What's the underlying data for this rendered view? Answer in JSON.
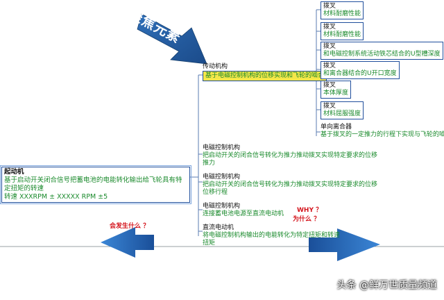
{
  "focus_label": "聚焦元素",
  "root": {
    "title": "起动机",
    "desc": "基于启动开关闭合信号把蓄电池的电能转化输出给飞轮具有特定扭矩的转速",
    "rpm": "转速 XXXRPM ± XXXXX RPM ±5"
  },
  "branches": [
    {
      "title": "传动机构",
      "desc": "基于电磁控制机构的位移实现和飞轮的啮合"
    },
    {
      "title": "电磁控制机构",
      "desc_1": "把启动开关的闭合信号转化为推力推动拨叉实现特定要求的位移",
      "desc_2": "推力"
    },
    {
      "title": "电磁控制机构",
      "desc_1": "把启动开关的闭合信号转化为推力推动拨叉实现特定要求的位移",
      "desc_2": "位移行程"
    },
    {
      "title": "电磁控制机构",
      "desc_1": "连接蓄电池电源至直流电动机"
    },
    {
      "title": "直流电动机",
      "desc_1": "将电磁控制机构输出的电能转化为特定扭矩和转速",
      "desc_2": "扭矩"
    }
  ],
  "sub_nodes": [
    {
      "title": "拨叉",
      "desc": "材料耐磨性能"
    },
    {
      "title": "拨叉",
      "desc": "材料耐磨性能"
    },
    {
      "title": "拨叉",
      "desc": "和电磁控制系统活动铁芯结合的U型槽深度"
    },
    {
      "title": "拨叉",
      "desc": "和离合器结合的U开口宽度"
    },
    {
      "title": "拨叉",
      "desc": "本体厚度"
    },
    {
      "title": "拨叉",
      "desc": "材料屈服强度"
    },
    {
      "title": "单向离合器",
      "desc": "基于拨叉的一定推力的行程下实现与飞轮的啮合"
    }
  ],
  "annotations": {
    "left_question": "会发生什么 ？",
    "why_en": "WHY ？",
    "why_cn": "为什么 ？"
  },
  "watermark": "头条 @鲜万世质量频道",
  "colors": {
    "box_border": "#1f4e9c",
    "desc_text": "#1a8a2c",
    "highlight": "#f4e64a",
    "arrow": "#1f5fae",
    "question": "#d4141c"
  }
}
